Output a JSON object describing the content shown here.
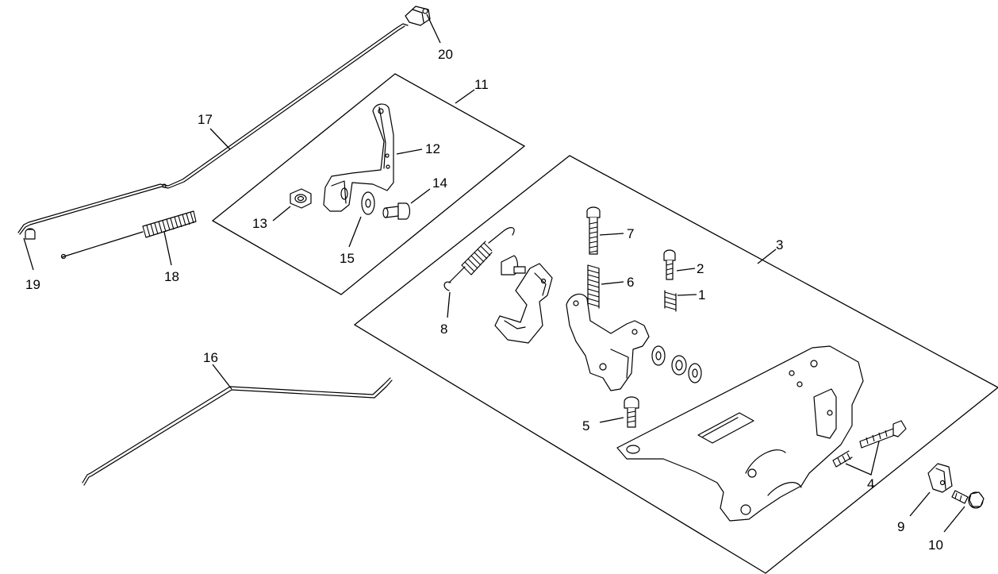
{
  "diagram": {
    "callouts": [
      {
        "id": "c1",
        "label": "1"
      },
      {
        "id": "c2",
        "label": "2"
      },
      {
        "id": "c3",
        "label": "3"
      },
      {
        "id": "c4",
        "label": "4"
      },
      {
        "id": "c5",
        "label": "5"
      },
      {
        "id": "c6",
        "label": "6"
      },
      {
        "id": "c7",
        "label": "7"
      },
      {
        "id": "c8",
        "label": "8"
      },
      {
        "id": "c9",
        "label": "9"
      },
      {
        "id": "c10",
        "label": "10"
      },
      {
        "id": "c11",
        "label": "11"
      },
      {
        "id": "c12",
        "label": "12"
      },
      {
        "id": "c13",
        "label": "13"
      },
      {
        "id": "c14",
        "label": "14"
      },
      {
        "id": "c15",
        "label": "15"
      },
      {
        "id": "c16",
        "label": "16"
      },
      {
        "id": "c17",
        "label": "17"
      },
      {
        "id": "c18",
        "label": "18"
      },
      {
        "id": "c19",
        "label": "19"
      },
      {
        "id": "c20",
        "label": "20"
      }
    ]
  }
}
